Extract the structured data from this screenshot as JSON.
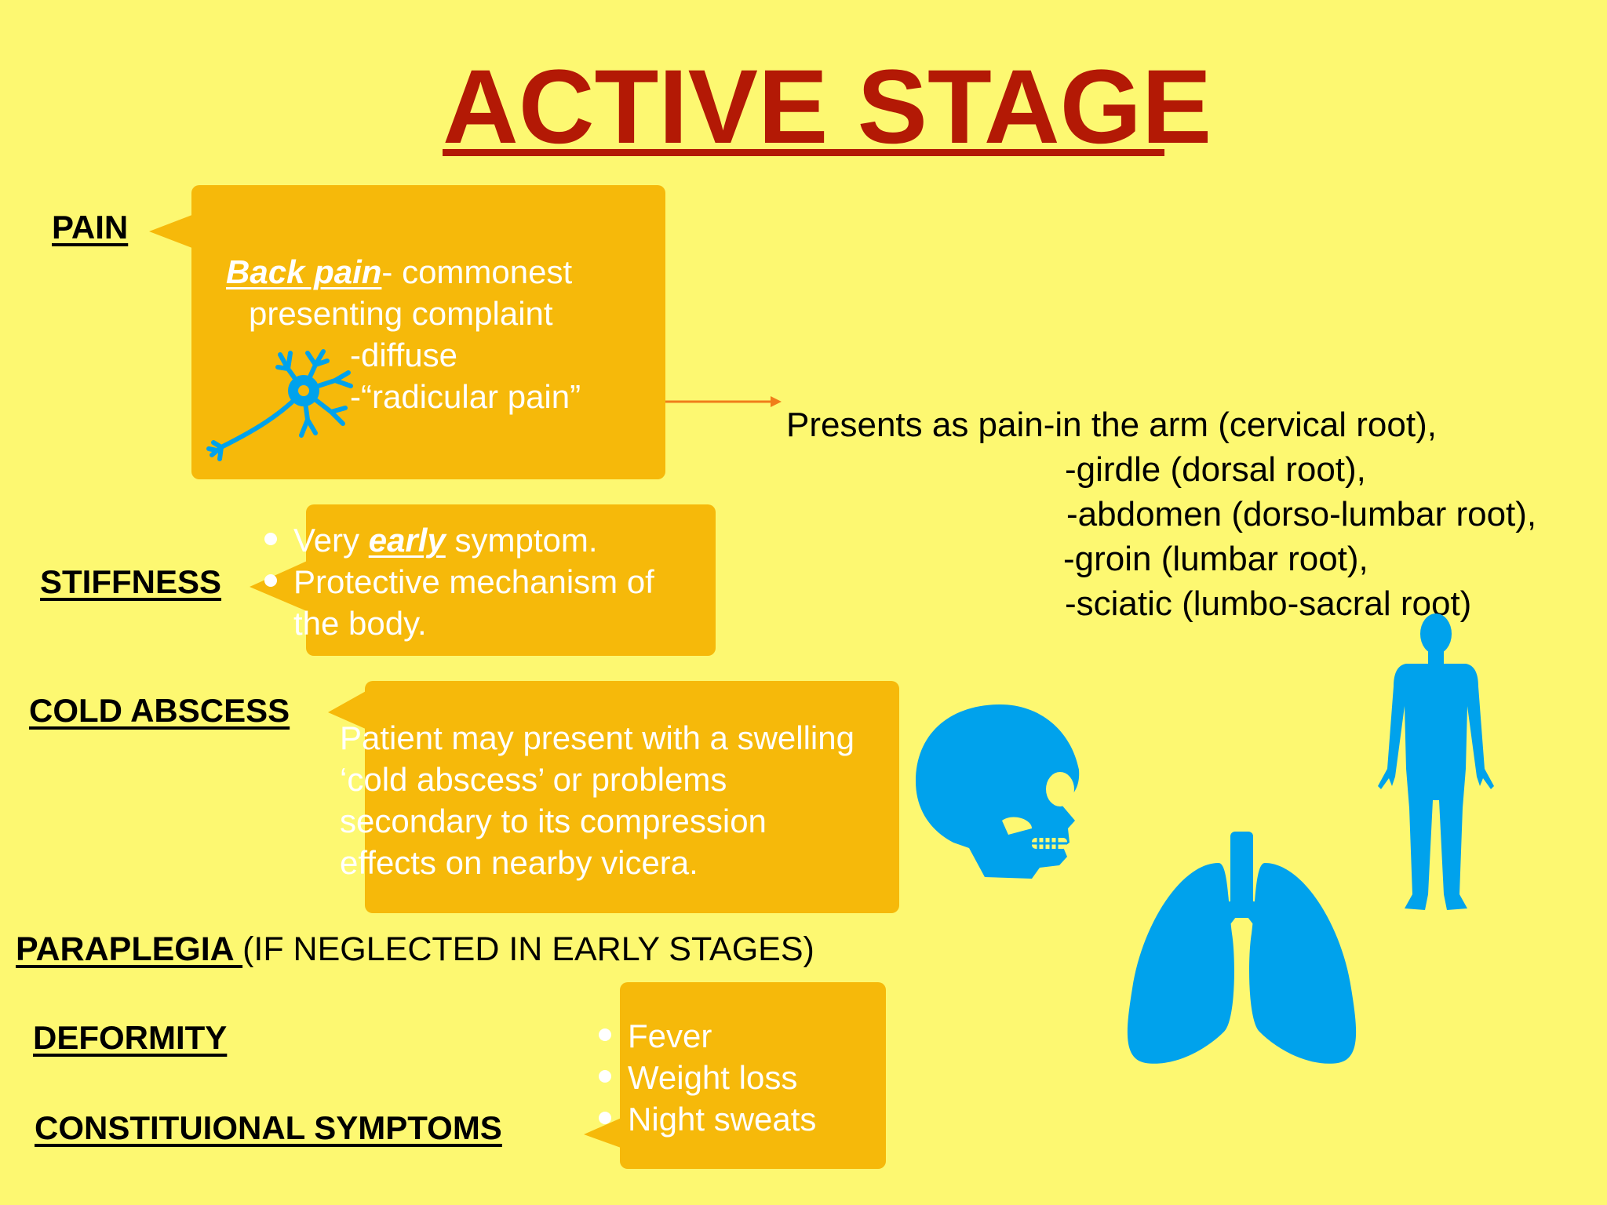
{
  "title": "ACTIVE STAGE",
  "headings": {
    "pain": "PAIN",
    "stiffness": "STIFFNESS",
    "cold_abscess": "COLD ABSCESS",
    "paraplegia": "PARAPLEGIA ",
    "paraplegia_note": "(IF NEGLECTED IN EARLY STAGES)",
    "deformity": "DEFORMITY",
    "constitutional": "CONSTITUIONAL SYMPTOMS"
  },
  "pain_box": {
    "emphasis": "Back pain",
    "line1_rest": "- commonest",
    "line2": "presenting complaint",
    "line3": "-diffuse",
    "line4": "-“radicular pain”"
  },
  "radicular_text": {
    "line1": "Presents as pain-in the arm (cervical root),",
    "line2": "-girdle (dorsal root),",
    "line3": "-abdomen (dorso-lumbar root),",
    "line4": "-groin (lumbar root),",
    "line5": "-sciatic (lumbo-sacral root)"
  },
  "stiffness_box": {
    "b1_pre": "Very ",
    "b1_emphasis": "early",
    "b1_post": " symptom.",
    "b2_line1": "Protective mechanism of",
    "b2_line2": "the body."
  },
  "abscess_box": {
    "line1": "Patient may present with a swelling",
    "line2": "‘cold abscess’ or problems",
    "line3": "secondary to its compression",
    "line4": "effects on nearby vicera."
  },
  "constitutional_box": {
    "items": [
      "Fever",
      "Weight loss",
      "Night sweats"
    ]
  },
  "colors": {
    "background": "#fdf871",
    "title": "#b31905",
    "callout": "#f6b90a",
    "icon_blue": "#00a2ec",
    "arrow": "#f07d1a"
  },
  "icons": [
    "neuron-icon",
    "skull-icon",
    "lungs-icon",
    "human-figure-icon"
  ]
}
